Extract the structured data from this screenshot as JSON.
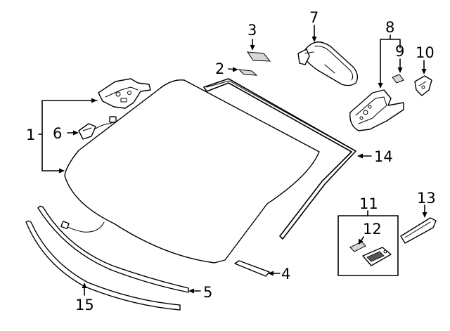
{
  "labels": {
    "c1": "1",
    "c2": "2",
    "c3": "3",
    "c4": "4",
    "c5": "5",
    "c6": "6",
    "c7": "7",
    "c8": "8",
    "c9": "9",
    "c10": "10",
    "c11": "11",
    "c12": "12",
    "c13": "13",
    "c14": "14",
    "c15": "15"
  }
}
